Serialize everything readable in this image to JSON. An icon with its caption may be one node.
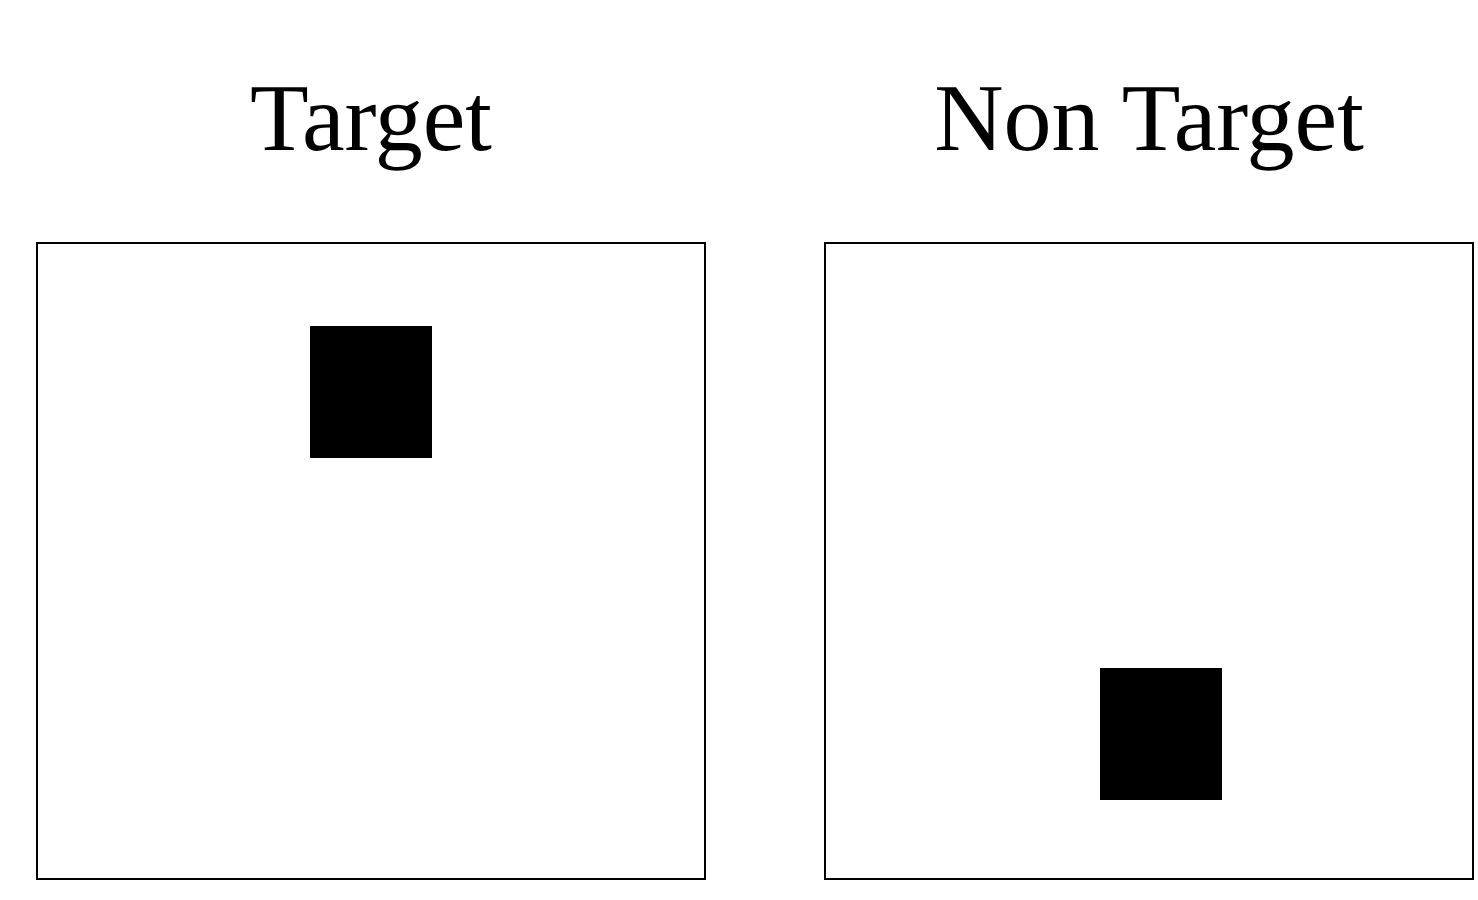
{
  "diagram": {
    "nodes": [
      {
        "text": [
          "Target"
        ]
      },
      {
        "text": [
          "Non Target"
        ]
      },
      {
        "text": [],
        "shape": "box",
        "in": 0
      },
      {
        "text": [],
        "shape": "box",
        "in": 1
      }
    ]
  }
}
